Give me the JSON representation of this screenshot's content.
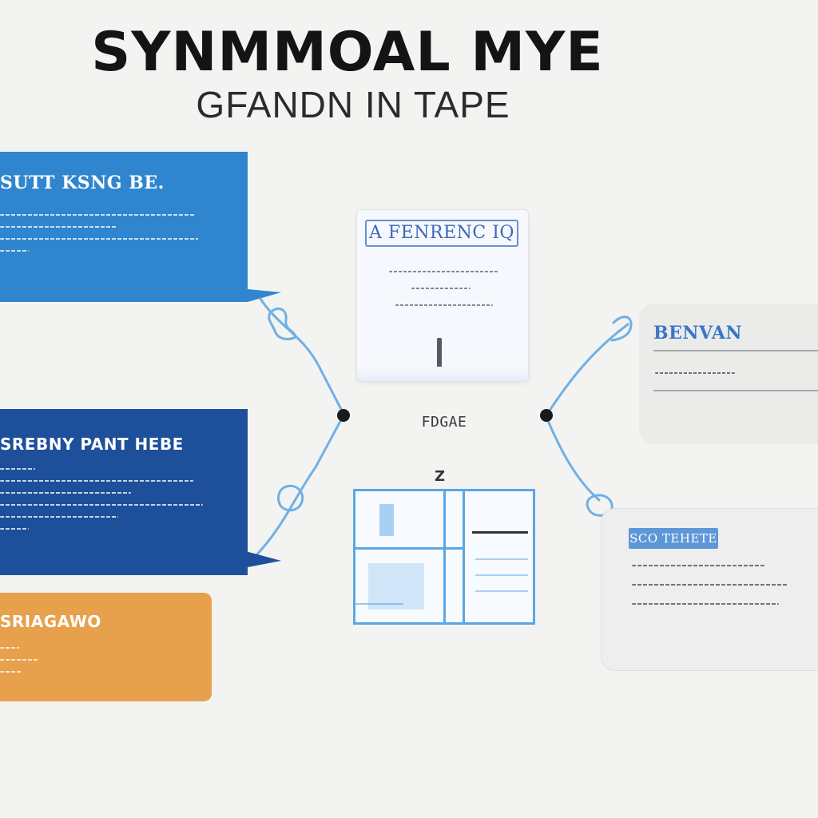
{
  "header": {
    "title": "SYNMMOAL MYE",
    "subtitle": "GFANDN IN TAPE"
  },
  "left_panels": [
    {
      "heading": "SUTT KSNG BE.",
      "color": "#2f86cf"
    },
    {
      "heading": "SREBNY PANT HEBE",
      "color": "#1e4f9a"
    },
    {
      "heading": "SRIAGAWO",
      "color": "#e7a04c"
    }
  ],
  "center": {
    "card_title": "A FENRENC IQ",
    "label": "FDGAE",
    "small_label": "Z"
  },
  "right_cards": {
    "card1_heading": "BENVAN",
    "card2_tag": "SCO TEHETE"
  },
  "colors": {
    "connector": "#6fb0e6",
    "node": "#1a1a1a",
    "background": "#f3f3f1"
  }
}
